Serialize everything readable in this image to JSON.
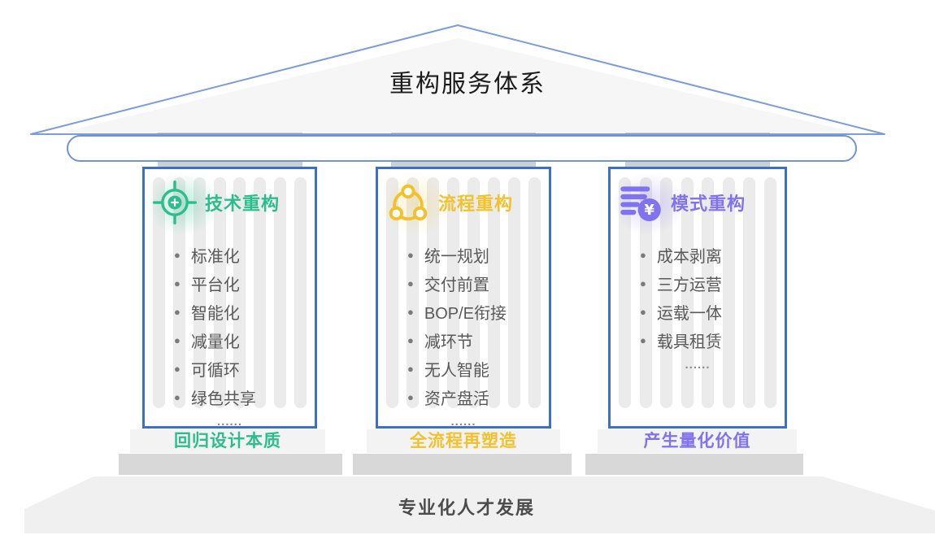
{
  "title": "重构服务体系",
  "pillars": [
    {
      "title": "技术重构",
      "icon": "target-icon",
      "color": "#2BBE8C",
      "items": [
        "标准化",
        "平台化",
        "智能化",
        "减量化",
        "可循环",
        "绿色共享"
      ],
      "more": "......",
      "base_label": "回归设计本质"
    },
    {
      "title": "流程重构",
      "icon": "network-nodes-icon",
      "color": "#F2C12E",
      "items": [
        "统一规划",
        "交付前置",
        "BOP/E衔接",
        "减环节",
        "无人智能",
        "资产盘活"
      ],
      "more": "......",
      "base_label": "全流程再塑造"
    },
    {
      "title": "模式重构",
      "icon": "yuan-list-icon",
      "color": "#8172EF",
      "items": [
        "成本剥离",
        "三方运营",
        "运载一体",
        "载具租赁"
      ],
      "more": "......",
      "base_label": "产生量化价值"
    }
  ],
  "foundation": {
    "label": "专业化人才发展"
  },
  "colors": {
    "green": "#2BBE8C",
    "gold": "#F2C12E",
    "purple": "#8172EF",
    "box_border_blue": "#3B70C6",
    "roof_outline_blue": "#7E9CD8",
    "bar_border_blue": "#7193CE",
    "stone_gray": "#CDCFD1",
    "base_gray": "#D8D8D8",
    "foundation_gray": "#F0F0F1",
    "list_text": "#595959"
  }
}
